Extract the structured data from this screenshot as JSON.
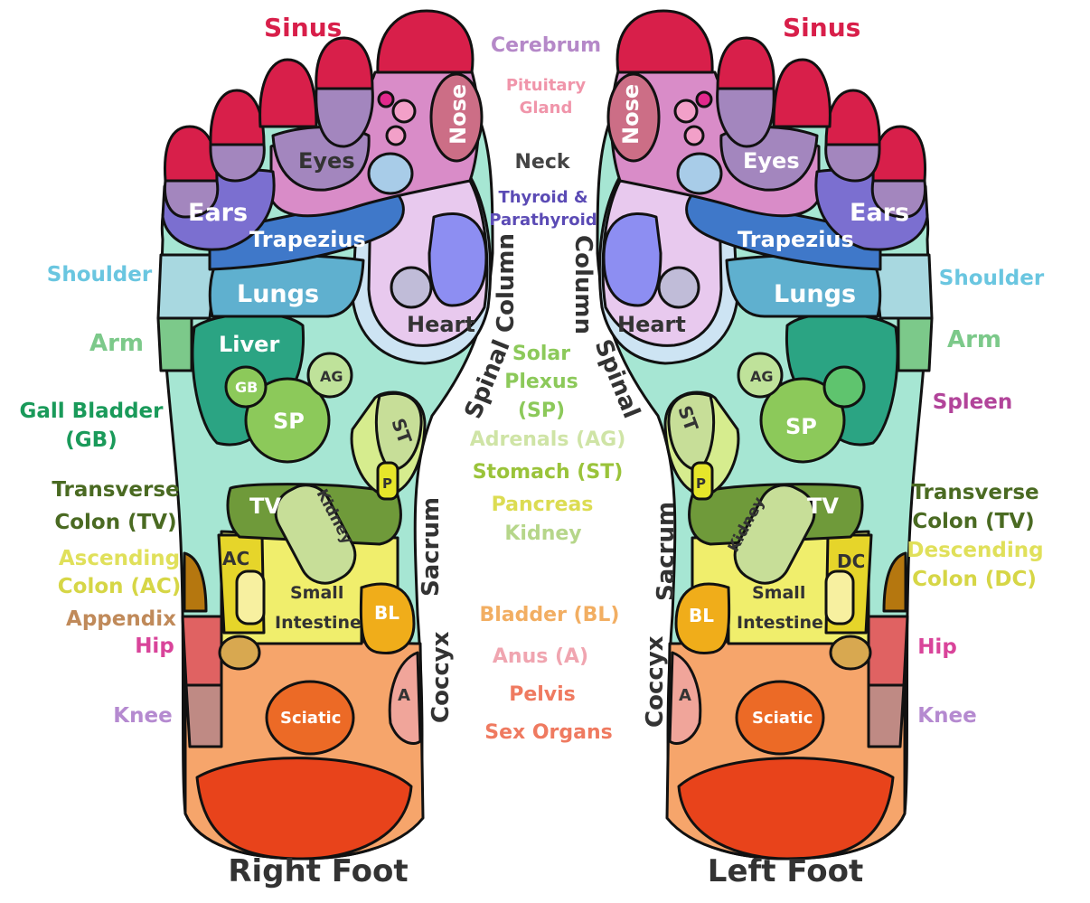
{
  "titles": {
    "right_foot": "Right Foot",
    "left_foot": "Left Foot"
  },
  "foot_labels": {
    "sinus": "Sinus",
    "eyes": "Eyes",
    "ears": "Ears",
    "nose": "Nose",
    "trapezius": "Trapezius",
    "lungs": "Lungs",
    "heart": "Heart",
    "liver": "Liver",
    "gb": "GB",
    "ag": "AG",
    "sp": "SP",
    "st": "ST",
    "p": "P",
    "tv": "TV",
    "kidney": "Kidney",
    "ac": "AC",
    "dc": "DC",
    "small": "Small",
    "intestine": "Intestine",
    "bl": "BL",
    "a": "A",
    "sciatic": "Sciatic"
  },
  "spine_labels": {
    "column": "Column",
    "spinal": "Spinal",
    "sacrum": "Sacrum",
    "coccyx": "Coccyx"
  },
  "center_labels": {
    "cerebrum": "Cerebrum",
    "pituitary1": "Pituitary",
    "pituitary2": "Gland",
    "neck": "Neck",
    "thyroid1": "Thyroid &",
    "thyroid2": "Parathyroid",
    "solar1": "Solar",
    "solar2": "Plexus",
    "solar3": "(SP)",
    "adrenals": "Adrenals (AG)",
    "stomach": "Stomach (ST)",
    "pancreas": "Pancreas",
    "kidney": "Kidney",
    "bladder": "Bladder (BL)",
    "anus": "Anus (A)",
    "pelvis": "Pelvis",
    "sex": "Sex Organs"
  },
  "right_side_labels": {
    "shoulder": "Shoulder",
    "arm": "Arm",
    "gall1": "Gall Bladder",
    "gall2": "(GB)",
    "tv1": "Transverse",
    "tv2": "Colon (TV)",
    "ac1": "Ascending",
    "ac2": "Colon (AC)",
    "appendix": "Appendix",
    "hip": "Hip",
    "knee": "Knee"
  },
  "left_side_labels": {
    "shoulder": "Shoulder",
    "arm": "Arm",
    "spleen": "Spleen",
    "tv1": "Transverse",
    "tv2": "Colon (TV)",
    "dc1": "Descending",
    "dc2": "Colon (DC)",
    "hip": "Hip",
    "knee": "Knee"
  },
  "colors": {
    "sinus": "#d81f4a",
    "toe_purple": "#a386be",
    "brain": "#d98cc8",
    "ears": "#7b6fd0",
    "trapezius": "#3f78c9",
    "lungs": "#5fb0cf",
    "shoulder": "#a8d8e0",
    "arm": "#7cc98a",
    "body": "#a6e6d3",
    "heart_area": "#e8c9ee",
    "thyroid": "#8d8ef2",
    "liver": "#2ba483",
    "sp": "#8cc95a",
    "ag": "#bfe29a",
    "stomach": "#d6ec8e",
    "tv": "#6f9a3a",
    "kidney": "#c7de98",
    "small_int": "#f0ee6c",
    "ac": "#e6d52a",
    "bladder": "#f0ad1a",
    "appendix": "#b5770f",
    "hip": "#e06262",
    "knee": "#bf8a84",
    "heel": "#f6a56b",
    "sciatic": "#ec6a26",
    "heel_bottom": "#e8431b",
    "anus": "#f0a59a"
  }
}
